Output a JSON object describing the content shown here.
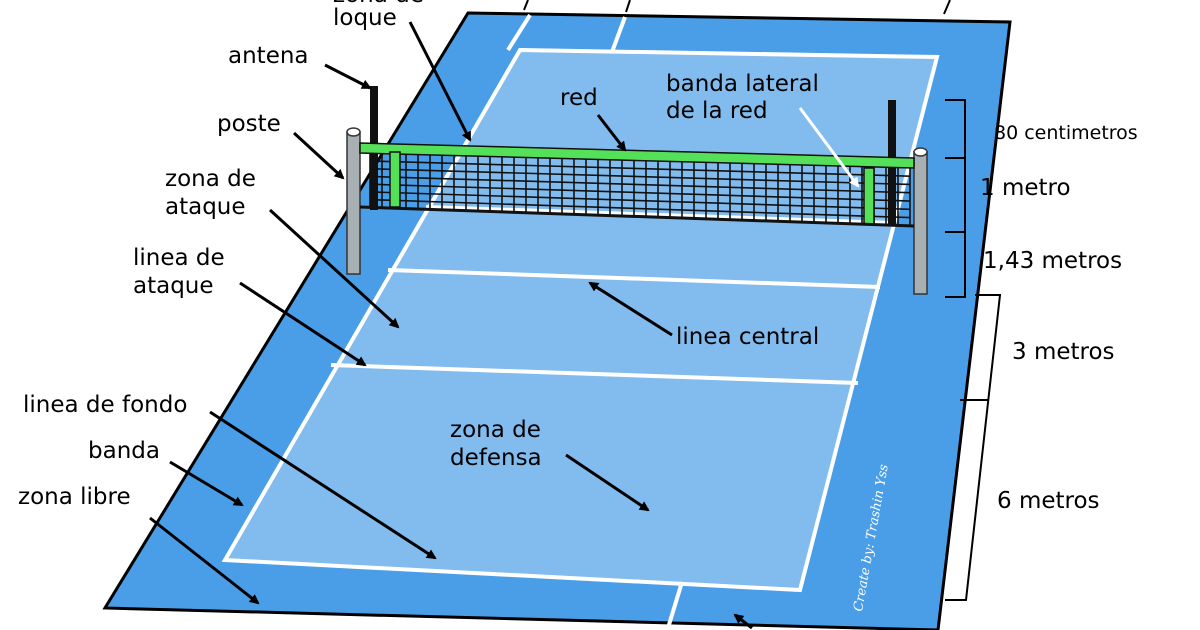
{
  "labels": {
    "zona_bloqueo_line1": "zona de",
    "zona_bloqueo_line2": "loque",
    "antena": "antena",
    "poste": "poste",
    "zona_ataque_line1": "zona de",
    "zona_ataque_line2": "ataque",
    "linea_ataque_line1": "linea de",
    "linea_ataque_line2": "ataque",
    "linea_fondo": "linea de fondo",
    "banda": "banda",
    "zona_libre": "zona libre",
    "red": "red",
    "banda_lateral_line1": "banda lateral",
    "banda_lateral_line2": "de la red",
    "linea_central": "linea central",
    "zona_defensa_line1": "zona de",
    "zona_defensa_line2": "defensa"
  },
  "measurements": {
    "m80": "80 centimetros",
    "m1": "1 metro",
    "m143": "1,43 metros",
    "m3": "3 metros",
    "m6": "6 metros"
  },
  "signature": "Create by: Trashin Yss",
  "colors": {
    "free_zone": "#4a9ee8",
    "court": "#82bcee",
    "lines": "#ffffff",
    "net_band": "#55e05a",
    "net_mesh": "#1a1a1a",
    "post": "#a8b0b4"
  }
}
